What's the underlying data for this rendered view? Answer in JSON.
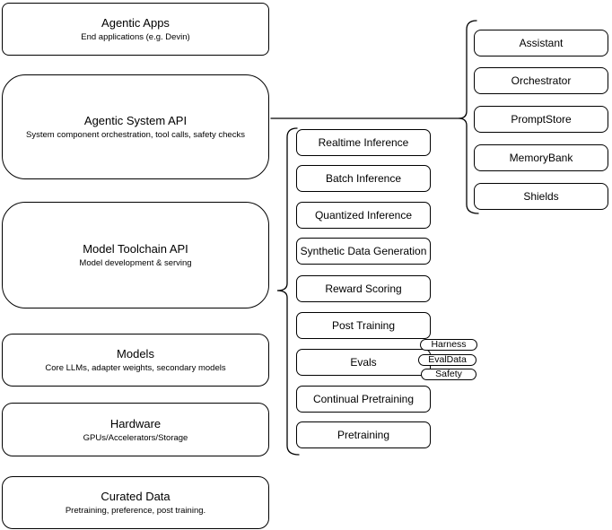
{
  "diagram": {
    "left_column": [
      {
        "title": "Agentic Apps",
        "subtitle": "End applications (e.g. Devin)"
      },
      {
        "title": "Agentic System API",
        "subtitle": "System component orchestration, tool calls, safety checks"
      },
      {
        "title": "Model Toolchain API",
        "subtitle": "Model development & serving"
      },
      {
        "title": "Models",
        "subtitle": "Core LLMs, adapter weights, secondary models"
      },
      {
        "title": "Hardware",
        "subtitle": "GPUs/Accelerators/Storage"
      },
      {
        "title": "Curated Data",
        "subtitle": "Pretraining, preference, post training."
      }
    ],
    "middle_column": [
      "Realtime Inference",
      "Batch Inference",
      "Quantized Inference",
      "Synthetic Data Generation",
      "Reward Scoring",
      "Post Training",
      "Evals",
      "Continual Pretraining",
      "Pretraining"
    ],
    "eval_tags": [
      "Harness",
      "EvalData",
      "Safety"
    ],
    "right_column": [
      "Assistant",
      "Orchestrator",
      "PromptStore",
      "MemoryBank",
      "Shields"
    ],
    "colors": {
      "stroke": "#000000",
      "fill": "#ffffff",
      "background": "#ffffff",
      "text": "#000000"
    }
  }
}
